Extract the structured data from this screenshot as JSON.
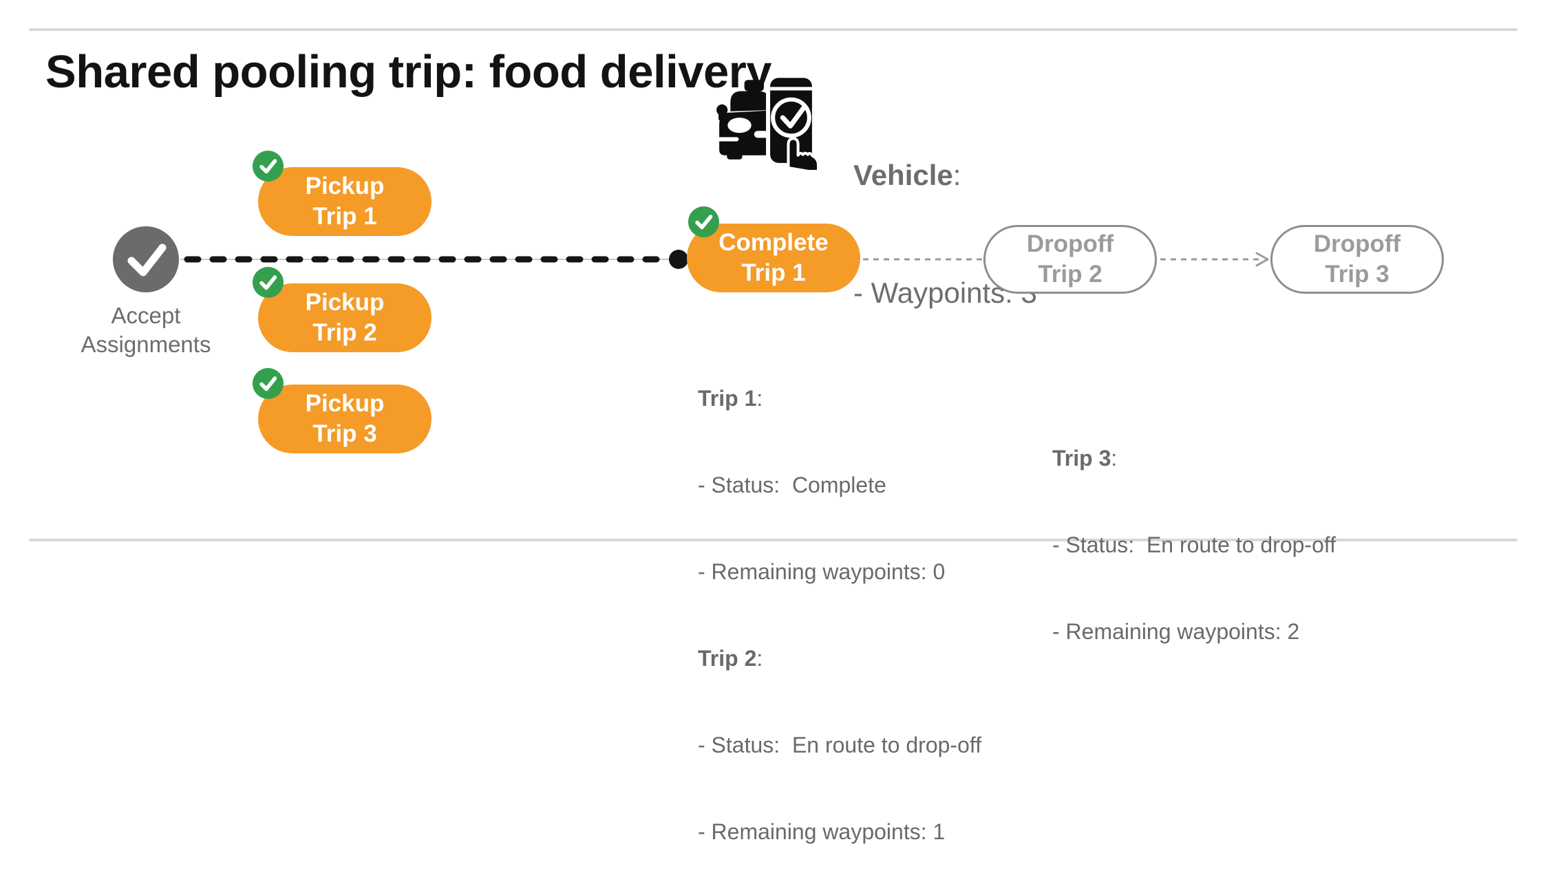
{
  "title": "Shared pooling trip: food delivery",
  "colors": {
    "orange": "#f49b28",
    "green": "#34a04e",
    "node_gray": "#6b6b6b",
    "text_gray": "#6a6a6a",
    "muted_text": "#9b9b9b",
    "muted_border": "#8e8e8e",
    "divider": "#d8d8d8",
    "connector_black": "#151515"
  },
  "vehicle": {
    "icon": "car-phone-check-icon",
    "title": "Vehicle",
    "title_suffix": ":",
    "lines": [
      "- Waypoints: 3"
    ]
  },
  "flow": {
    "start": {
      "icon": "checkmark-icon",
      "label": "Accept Assignments"
    },
    "pickups": [
      {
        "badge_icon": "check-badge-icon",
        "line1": "Pickup",
        "line2": "Trip 1"
      },
      {
        "badge_icon": "check-badge-icon",
        "line1": "Pickup",
        "line2": "Trip 2"
      },
      {
        "badge_icon": "check-badge-icon",
        "line1": "Pickup",
        "line2": "Trip 3"
      }
    ],
    "complete": {
      "badge_icon": "check-badge-icon",
      "line1": "Complete",
      "line2": "Trip 1"
    },
    "dropoffs": [
      {
        "line1": "Dropoff",
        "line2": "Trip 2"
      },
      {
        "line1": "Dropoff",
        "line2": "Trip 3"
      }
    ]
  },
  "status_blocks": {
    "left": [
      {
        "title": "Trip 1",
        "title_suffix": ":",
        "lines": [
          "- Status:  Complete",
          "- Remaining waypoints: 0"
        ]
      },
      {
        "title": "Trip 2",
        "title_suffix": ":",
        "lines": [
          "- Status:  En route to drop-off",
          "- Remaining waypoints: 1"
        ]
      }
    ],
    "right": [
      {
        "title": "Trip 3",
        "title_suffix": ":",
        "lines": [
          "- Status:  En route to drop-off",
          "- Remaining waypoints: 2"
        ]
      }
    ]
  }
}
